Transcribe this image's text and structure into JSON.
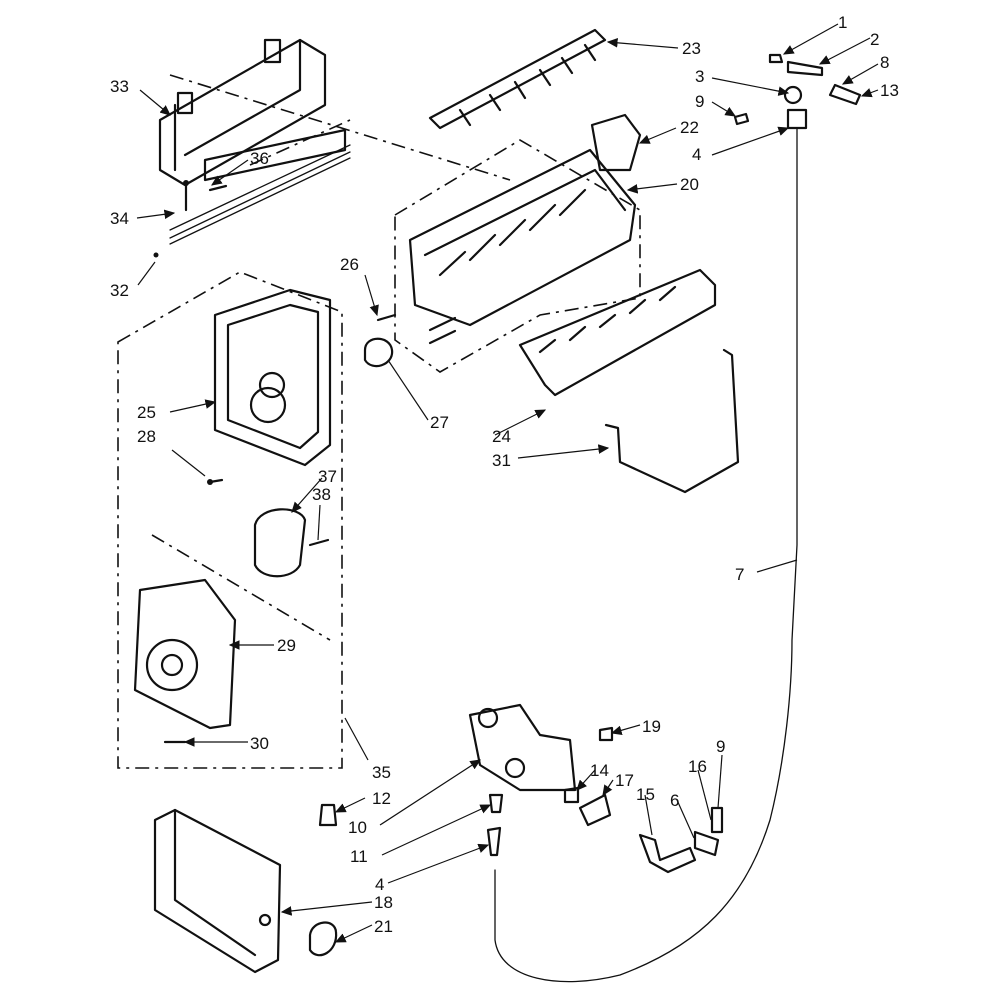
{
  "callouts": {
    "c1": "1",
    "c2": "2",
    "c3": "3",
    "c4": "4",
    "c6": "6",
    "c7": "7",
    "c8": "8",
    "c9": "9",
    "c10": "10",
    "c11": "11",
    "c12": "12",
    "c13": "13",
    "c14": "14",
    "c15": "15",
    "c16": "16",
    "c17": "17",
    "c18": "18",
    "c19": "19",
    "c20": "20",
    "c21": "21",
    "c22": "22",
    "c23": "23",
    "c24": "24",
    "c25": "25",
    "c26": "26",
    "c27": "27",
    "c28": "28",
    "c29": "29",
    "c30": "30",
    "c31": "31",
    "c32": "32",
    "c33": "33",
    "c34": "34",
    "c35": "35",
    "c36": "36",
    "c37": "37",
    "c38": "38"
  },
  "colors": {
    "ink": "#111111",
    "paper": "#ffffff"
  }
}
